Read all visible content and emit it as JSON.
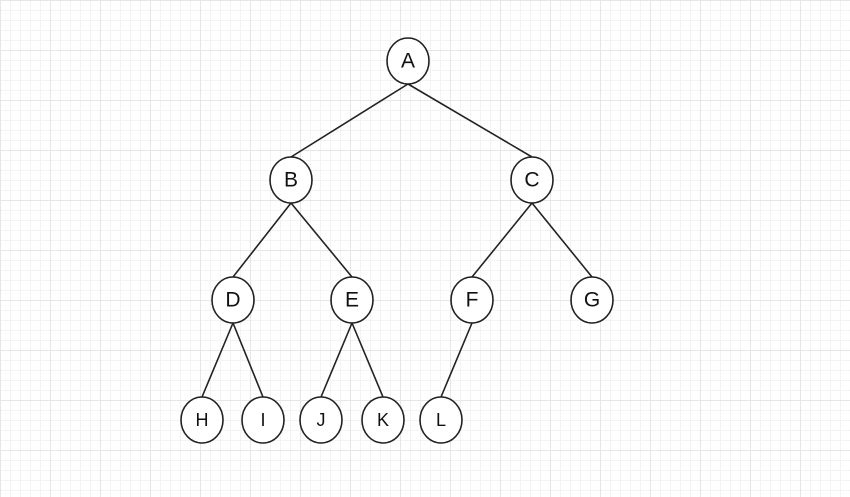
{
  "diagram": {
    "type": "binary-tree",
    "nodes": [
      {
        "id": "A",
        "label": "A",
        "parent": null
      },
      {
        "id": "B",
        "label": "B",
        "parent": "A"
      },
      {
        "id": "C",
        "label": "C",
        "parent": "A"
      },
      {
        "id": "D",
        "label": "D",
        "parent": "B"
      },
      {
        "id": "E",
        "label": "E",
        "parent": "B"
      },
      {
        "id": "F",
        "label": "F",
        "parent": "C"
      },
      {
        "id": "G",
        "label": "G",
        "parent": "C"
      },
      {
        "id": "H",
        "label": "H",
        "parent": "D"
      },
      {
        "id": "I",
        "label": "I",
        "parent": "D"
      },
      {
        "id": "J",
        "label": "J",
        "parent": "E"
      },
      {
        "id": "K",
        "label": "K",
        "parent": "E"
      },
      {
        "id": "L",
        "label": "L",
        "parent": "F"
      }
    ],
    "edges": [
      [
        "A",
        "B"
      ],
      [
        "A",
        "C"
      ],
      [
        "B",
        "D"
      ],
      [
        "B",
        "E"
      ],
      [
        "C",
        "F"
      ],
      [
        "C",
        "G"
      ],
      [
        "D",
        "H"
      ],
      [
        "D",
        "I"
      ],
      [
        "E",
        "J"
      ],
      [
        "E",
        "K"
      ],
      [
        "F",
        "L"
      ]
    ],
    "colors": {
      "stroke": "#222222",
      "fill": "#ffffff",
      "text": "#111111",
      "grid": "#e6e6e6"
    }
  }
}
